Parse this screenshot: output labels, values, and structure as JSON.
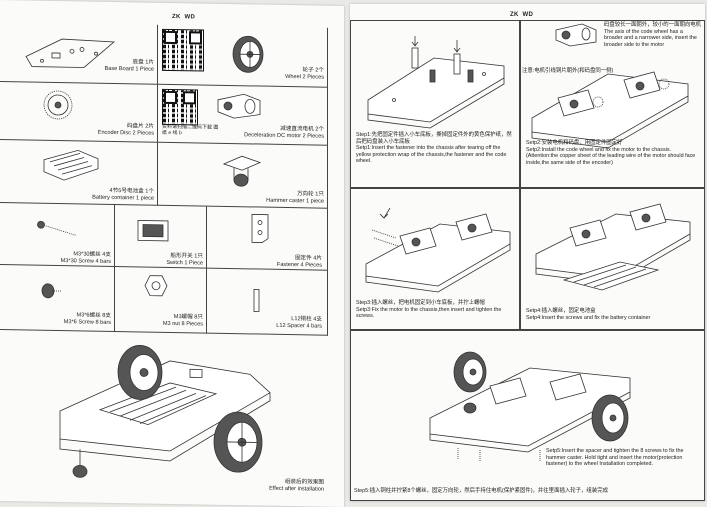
{
  "header": {
    "brand_left": "ZK",
    "brand_right": "WD"
  },
  "parts": [
    {
      "cn": "底盘 1片",
      "en": "Base Board 1 Piece",
      "icon": "base-board-icon"
    },
    {
      "cn": "轮子 2个",
      "en": "Wheel 2 Pieces",
      "icon": "wheel-icon"
    },
    {
      "cn": "码盘片 2片",
      "en": "Encoder Disc 2 Pieces",
      "icon": "encoder-disc-icon"
    },
    {
      "cn": "减速直流电机 2个",
      "en": "Deceleration DC motor 2 Pieces",
      "icon": "dc-motor-icon"
    },
    {
      "cn": "4节5号电池盒 1个",
      "en": "Battery container 1 piece",
      "icon": "battery-box-icon"
    },
    {
      "cn": "万向轮 1只",
      "en": "Hammer caster 1 piece",
      "icon": "caster-icon"
    },
    {
      "cn": "M3*30螺丝 4支",
      "en": "M3*30 Screw 4 bars",
      "icon": "long-screw-icon"
    },
    {
      "cn": "船形开关 1只",
      "en": "Switch 1 Piece",
      "icon": "switch-icon"
    },
    {
      "cn": "固定件 4片",
      "en": "Fastener 4 Pieces",
      "icon": "fastener-icon"
    },
    {
      "cn": "M3*6螺丝 8支",
      "en": "M3*6 Screw 8 bars",
      "icon": "short-screw-icon"
    },
    {
      "cn": "M3螺帽 8只",
      "en": "M3 nut 8 Pieces",
      "icon": "nut-icon"
    },
    {
      "cn": "L12铜柱 4支",
      "en": "L12 Spacer 4 bars",
      "icon": "spacer-icon"
    }
  ],
  "qr_caption": "资料请扫描二维码下载 图纸 e 线 b",
  "final": {
    "cn": "组装后的效果图",
    "en": "Effect after installation"
  },
  "steps": [
    {
      "cn": "Step1:先把固定件插入小车底板，撕掉固定件外的黄色保护纸，然后把码盘装入小车底板",
      "en": "Setp1:Insert the fastener into the chassis after tearing off the yellow protection wrap of the chassis,the fastener and the code wheel."
    },
    {
      "note_cn": "码盘较长一面朝外，较小的一面朝向电机",
      "note_en": "The axis of the code wheel has a broader and a narrower side, insert the broader side to the motor",
      "cn2": "注意:电机引线铜片朝外(和码盘同一侧)",
      "cn": "Setp2:安装电机和码盘，用固定件固定好",
      "en": "Setp2:Install the code wheel and fix the motor to the chassis.(Attention:the copper sheet of the leading wire of the motor should face inside,the same side of the encoder)"
    },
    {
      "cn": "Step3:插入螺丝，把电机固定到小车底板，并拧上螺帽",
      "en": "Setp3:Fix the motor to the chassis,then insert and tighten the screws."
    },
    {
      "cn": "Setp4:插入螺丝，固定电池盒",
      "en": "Setp4:Insert the screws and fix the battery container"
    },
    {
      "cn": "Step5:插入铜柱并拧紧8个螺丝，固定万向轮，然后手持住电机(保护紧固件)，并往里面插入轮子，组装完成",
      "en": "Setp5:Insert the spacer and tighten the 8 screws to fix the hammer caster. Hold tight and insert the motor(protection fastener) to the wheel Installation completed."
    }
  ]
}
